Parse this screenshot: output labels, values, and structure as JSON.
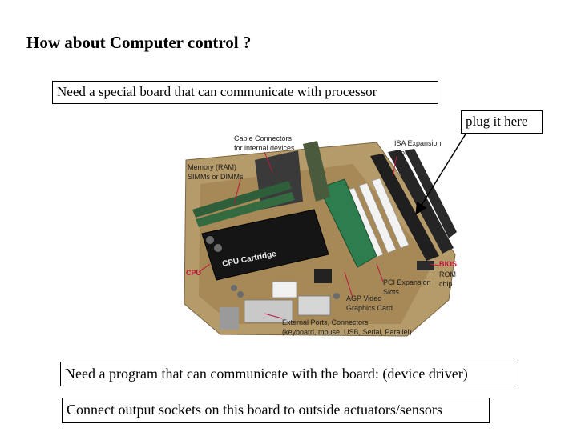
{
  "slide": {
    "title": "How about Computer control ?",
    "box_top": "Need a special board that can communicate with processor",
    "box_plug": "plug it here",
    "box_program": "Need a program that can communicate with the board: (device driver)",
    "box_output": "Connect output sockets on this board to outside actuators/sensors"
  },
  "photo": {
    "labels": {
      "cable_1": "Cable Connectors",
      "cable_2": "for internal devices",
      "isa_1": "ISA Expansion",
      "isa_2": "Slots",
      "mem_1": "Memory (RAM)",
      "mem_2": "SIMMs or DIMMs",
      "cartridge": "CPU Cartridge",
      "cpu": "CPU",
      "bios": "BIOS",
      "rom_1": "ROM",
      "rom_2": "chip",
      "pci_1": "PCI Expansion",
      "pci_2": "Slots",
      "agp_1": "AGP Video",
      "agp_2": "Graphics Card",
      "ext_1": "External Ports, Connectors",
      "ext_2": "(keyboard, mouse, USB, Serial, Parallel)"
    }
  }
}
